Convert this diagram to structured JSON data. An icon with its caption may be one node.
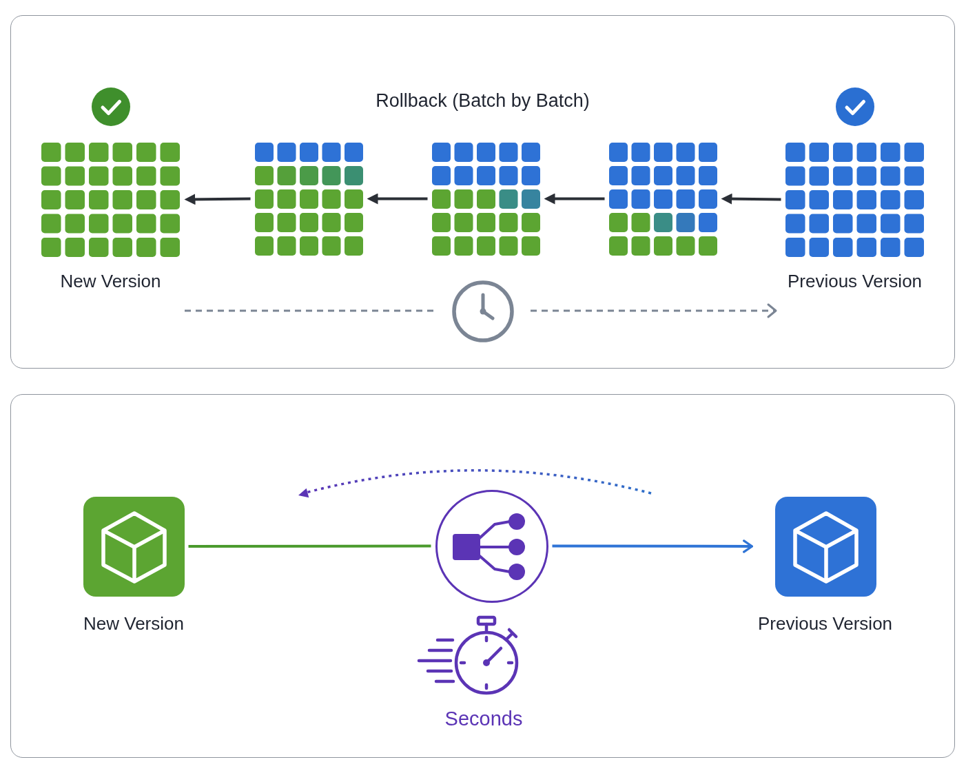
{
  "diagram": {
    "nodes": [
      {
        "text": [
          "Rollback (Batch by Batch)"
        ]
      },
      {
        "text": [
          "New Version"
        ],
        "in": 0
      },
      {
        "text": [],
        "shape": "grid",
        "in": 0
      },
      {
        "text": [],
        "shape": "grid",
        "in": 0
      },
      {
        "text": [],
        "shape": "grid",
        "in": 0
      },
      {
        "text": [
          "Previous Version"
        ],
        "in": 0
      },
      {
        "text": [],
        "shape": "box"
      },
      {
        "text": [
          "New Version"
        ],
        "in": 6
      },
      {
        "text": [],
        "shape": "circle",
        "in": 6
      },
      {
        "text": [
          "Previous Version"
        ],
        "in": 6
      }
    ],
    "edges": [
      {
        "from": 5,
        "to": 4,
        "arrow": "to"
      },
      {
        "from": 4,
        "to": 3,
        "arrow": "to"
      },
      {
        "from": 3,
        "to": 2,
        "arrow": "to"
      },
      {
        "from": 2,
        "to": 1,
        "arrow": "to"
      },
      {
        "from": 7,
        "to": 8,
        "arrow": "none",
        "color": "#4a9a2c"
      },
      {
        "from": 8,
        "to": 9,
        "arrow": "to",
        "color": "#2f74d6"
      }
    ],
    "labels": [
      "Seconds"
    ]
  }
}
